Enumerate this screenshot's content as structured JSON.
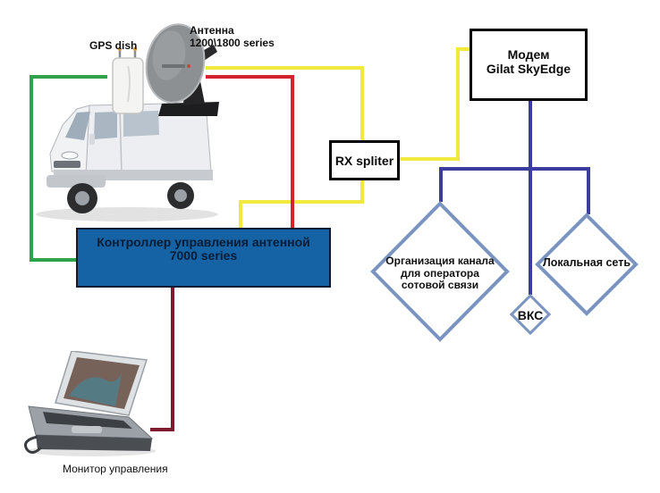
{
  "colors": {
    "green": "#2fa24b",
    "yellow": "#f2e93f",
    "red": "#d5232d",
    "maroon": "#7e1a2d",
    "blue": "#3b3d9e",
    "diamond": "#7a94c2",
    "controller_fill": "#1563a5",
    "controller_border": "#0a1b38",
    "controller_text": "#081c36",
    "box_border": "#000000"
  },
  "labels": {
    "gps_dish": "GPS dish",
    "antenna_line1": "Антенна",
    "antenna_line2": "1200\\1800 series",
    "monitor": "Монитор управления"
  },
  "modem": {
    "line1": "Модем",
    "line2": "Gilat SkyEdge"
  },
  "rx_spliter": {
    "label": "RX spliter"
  },
  "controller": {
    "line1": "Контроллер управления антенной",
    "line2": "7000 series"
  },
  "diamonds": {
    "channel": {
      "line1": "Организация канала",
      "line2": "для оператора",
      "line3": "сотовой связи"
    },
    "vks": "ВКС",
    "lan": "Локальная сеть"
  }
}
